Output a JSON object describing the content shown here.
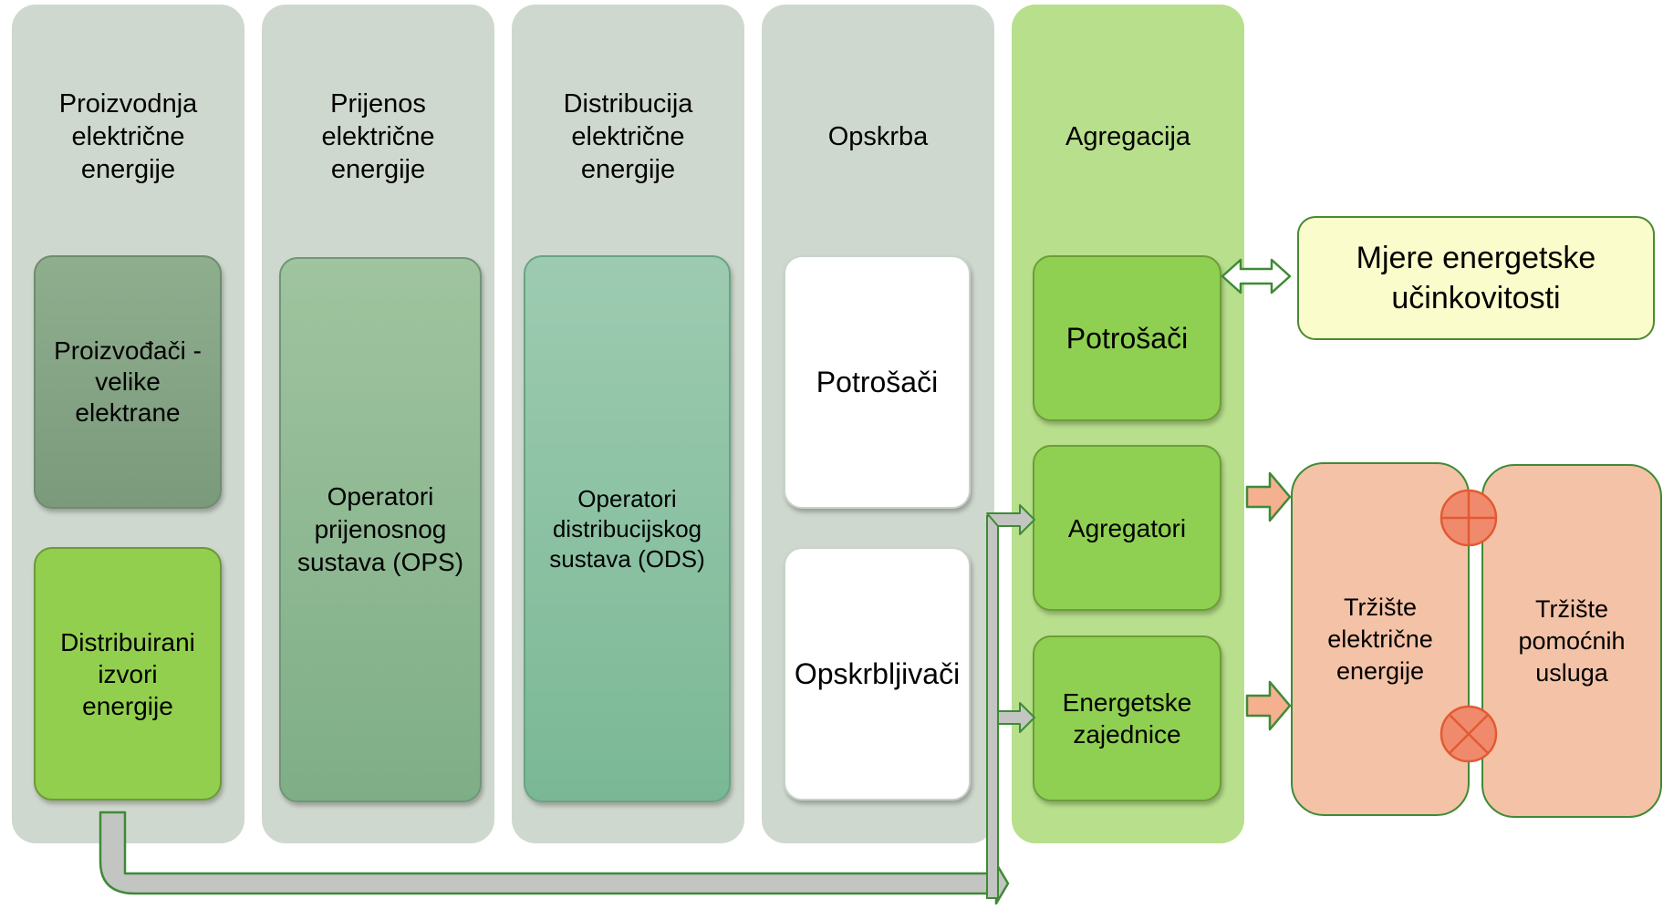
{
  "columns": [
    {
      "title": "Proizvodnja\nelektrične\nenergije"
    },
    {
      "title": "Prijenos\nelektrične\nenergije"
    },
    {
      "title": "Distribucija\nelektrične\nenergije"
    },
    {
      "title": "Opskrba"
    },
    {
      "title": "Agregacija"
    }
  ],
  "boxes": {
    "proizvodjaci": "Proizvođači -\nvelike\nelektrane",
    "distribuirani": "Distribuirani\nizvori\nenergije",
    "ops": "Operatori\nprijenosnog\nsustava (OPS)",
    "ods": "Operatori\ndistribucijskog\nsustava (ODS)",
    "potrosaci_opskrba": "Potrošači",
    "opskrbljivaci": "Opskrbljivači",
    "potrosaci_agregacija": "Potrošači",
    "agregatori": "Agregatori",
    "energetske_zajednice": "Energetske\nzajednice"
  },
  "mjere": "Mjere energetske\nučinkovitosti",
  "markets": {
    "trziste_elektricne": "Tržište\nelektrične\nenergije",
    "trziste_pomocnih": "Tržište\npomoćnih\nusluga"
  },
  "colors": {
    "column_bg": "#cfd8ce",
    "aggregation_bg": "#b8df8c",
    "green_box": "#8fd052",
    "market_fill": "#f4c2a6",
    "mjere_fill": "#fbfccb",
    "arrow_outline": "#3f8a36",
    "gray_arrow_fill": "#c2c5c2",
    "marker_fill": "#f08a6c"
  }
}
